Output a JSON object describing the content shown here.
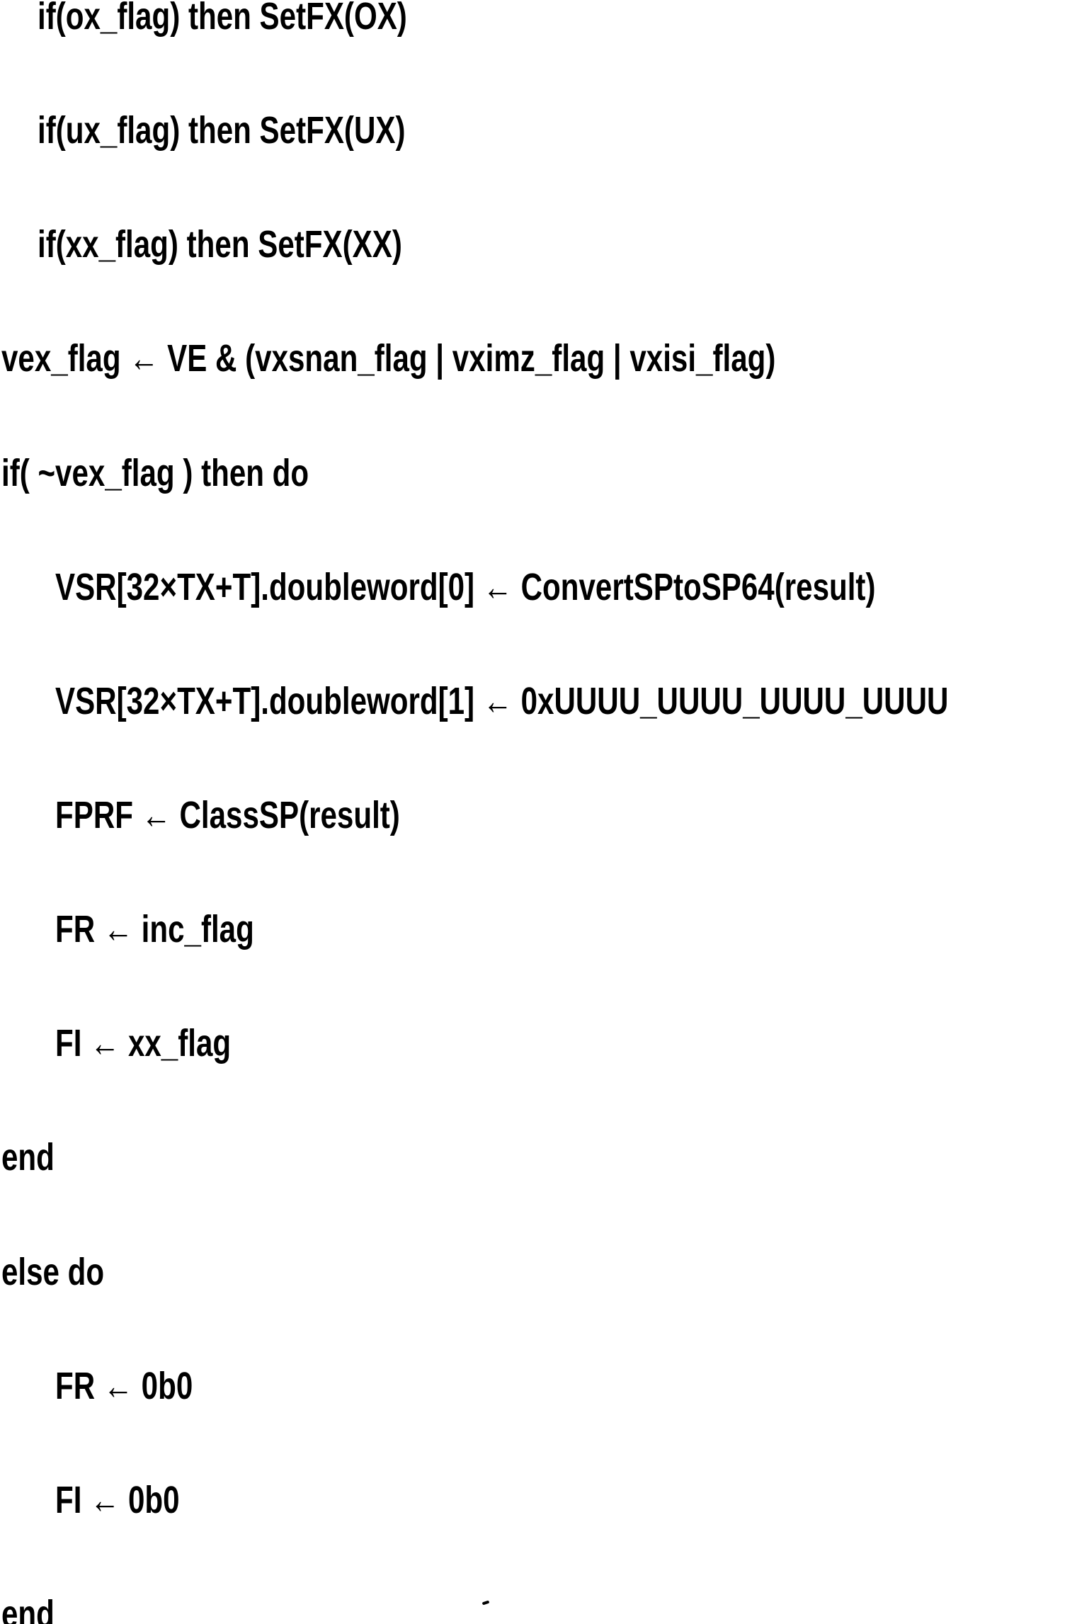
{
  "page": {
    "background_color": "#ffffff",
    "text_color": "#000000",
    "kind": "scanned pseudocode listing"
  },
  "code_block": {
    "lines": [
      {
        "text": "if(ox_flag) then SetFX(OX)",
        "indent": 1
      },
      {
        "text": "if(ux_flag) then SetFX(UX)",
        "indent": 1
      },
      {
        "text": "if(xx_flag) then SetFX(XX)",
        "indent": 1
      },
      {
        "text": "vex_flag ← VE & (vxsnan_flag | vximz_flag | vxisi_flag)",
        "indent": 0
      },
      {
        "text": "if( ~vex_flag ) then do",
        "indent": 0
      },
      {
        "text": "VSR[32×TX+T].doubleword[0] ← ConvertSPtoSP64(result)",
        "indent": 2
      },
      {
        "text": "VSR[32×TX+T].doubleword[1] ← 0xUUUU_UUUU_UUUU_UUUU",
        "indent": 2
      },
      {
        "text": "FPRF ← ClassSP(result)",
        "indent": 2
      },
      {
        "text": "FR ← inc_flag",
        "indent": 2
      },
      {
        "text": "FI ← xx_flag",
        "indent": 2
      },
      {
        "text": "end",
        "indent": 0
      },
      {
        "text": "else do",
        "indent": 0
      },
      {
        "text": "FR ← 0b0",
        "indent": 2
      },
      {
        "text": "FI ← 0b0",
        "indent": 2
      },
      {
        "text": "end",
        "indent": 0
      }
    ]
  }
}
